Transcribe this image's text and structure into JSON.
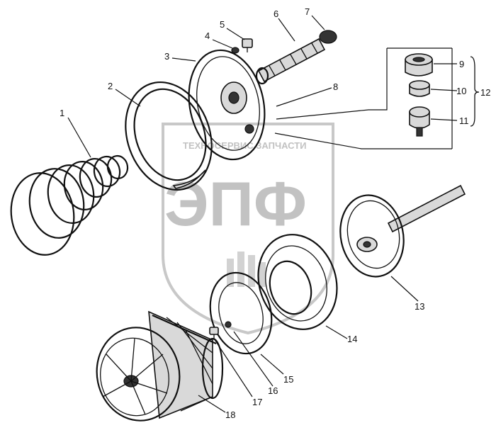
{
  "watermark": {
    "company_text": "ТЕХНОСЕРВИС ЗАПЧАСТИ",
    "logo_text": "ЭПФ"
  },
  "callouts": [
    {
      "id": "1",
      "label": "1"
    },
    {
      "id": "2",
      "label": "2"
    },
    {
      "id": "3",
      "label": "3"
    },
    {
      "id": "4",
      "label": "4"
    },
    {
      "id": "5",
      "label": "5"
    },
    {
      "id": "6",
      "label": "6"
    },
    {
      "id": "7",
      "label": "7"
    },
    {
      "id": "8",
      "label": "8"
    },
    {
      "id": "9",
      "label": "9"
    },
    {
      "id": "10",
      "label": "10"
    },
    {
      "id": "11",
      "label": "11"
    },
    {
      "id": "12",
      "label": "12"
    },
    {
      "id": "13",
      "label": "13"
    },
    {
      "id": "14",
      "label": "14"
    },
    {
      "id": "15",
      "label": "15"
    },
    {
      "id": "16",
      "label": "16"
    },
    {
      "id": "17",
      "label": "17"
    },
    {
      "id": "18",
      "label": "18"
    }
  ]
}
